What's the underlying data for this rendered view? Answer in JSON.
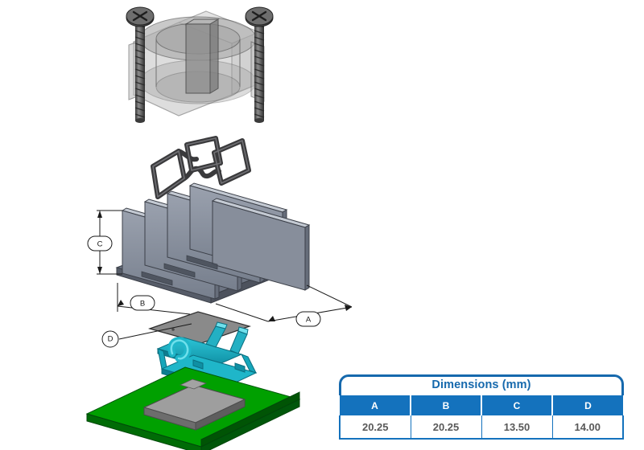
{
  "scene": {
    "title": "exploded-assembly-heatsink",
    "background_color": "#ffffff"
  },
  "parts": [
    {
      "id": "screw-left",
      "name": "phillips-pan-head-screw",
      "color": "#4a4a4a"
    },
    {
      "id": "screw-right",
      "name": "phillips-pan-head-screw",
      "color": "#4a4a4a"
    },
    {
      "id": "transparent-housing",
      "name": "ghosted-fan-housing",
      "color": "#9a9a9a"
    },
    {
      "id": "wire-clip",
      "name": "wire-spring-retention-clip",
      "color": "#3a3a3c"
    },
    {
      "id": "heatsink",
      "name": "finned-heatsink",
      "color": "#8e95a3"
    },
    {
      "id": "thermal-pad",
      "name": "thermal-interface-pad",
      "color": "#808080"
    },
    {
      "id": "retention-frame",
      "name": "socket-retention-frame",
      "color": "#17a2b8"
    },
    {
      "id": "cpu-die",
      "name": "cpu-die",
      "color": "#9e9e9e"
    },
    {
      "id": "pcb",
      "name": "printed-circuit-board",
      "color": "#00a000"
    }
  ],
  "callouts": [
    {
      "label": "A",
      "shape": "oval",
      "measures": "heatsink-length"
    },
    {
      "label": "B",
      "shape": "oval",
      "measures": "heatsink-width"
    },
    {
      "label": "C",
      "shape": "oval",
      "measures": "heatsink-height"
    },
    {
      "label": "D",
      "shape": "circle",
      "measures": "thermal-pad"
    }
  ],
  "dimensions_table": {
    "title": "Dimensions (mm)",
    "headers": [
      "A",
      "B",
      "C",
      "D"
    ],
    "values": [
      "20.25",
      "20.25",
      "13.50",
      "14.00"
    ],
    "header_bg": "#1472bd",
    "title_color": "#1669ad",
    "value_color": "#595959"
  }
}
